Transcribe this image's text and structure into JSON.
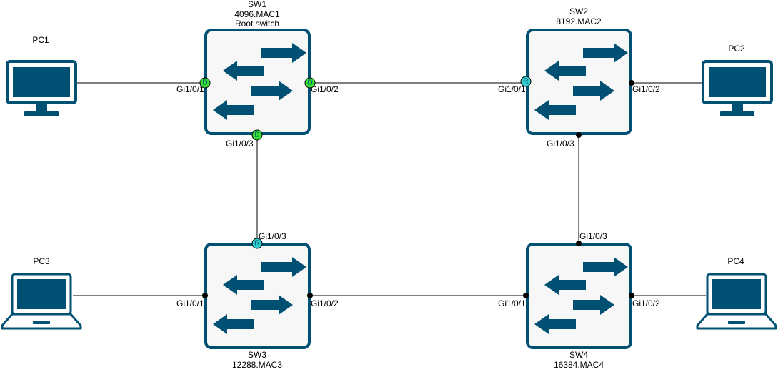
{
  "colors": {
    "device": "#005073",
    "switch_bg": "#f7f7f7",
    "designated": "#33dd33",
    "root_port": "#33cccc",
    "dot": "#000000"
  },
  "switches": [
    {
      "id": "sw1",
      "name": "SW1",
      "bid": "4096.MAC1",
      "note": "Root switch"
    },
    {
      "id": "sw2",
      "name": "SW2",
      "bid": "8192.MAC2"
    },
    {
      "id": "sw3",
      "name": "SW3",
      "bid": "12288.MAC3"
    },
    {
      "id": "sw4",
      "name": "SW4",
      "bid": "16384.MAC4"
    }
  ],
  "pcs": [
    {
      "id": "pc1",
      "name": "PC1",
      "icon": "desktop-icon"
    },
    {
      "id": "pc2",
      "name": "PC2",
      "icon": "desktop-icon"
    },
    {
      "id": "pc3",
      "name": "PC3",
      "icon": "laptop-icon"
    },
    {
      "id": "pc4",
      "name": "PC4",
      "icon": "laptop-icon"
    }
  ],
  "ports": {
    "sw1_p1": {
      "label": "Gi1/0/1",
      "role": "D"
    },
    "sw1_p2": {
      "label": "Gi1/0/2",
      "role": "D"
    },
    "sw1_p3": {
      "label": "Gi1/0/3",
      "role": "D"
    },
    "sw2_p1": {
      "label": "Gi1/0/1",
      "role": "R"
    },
    "sw2_p2": {
      "label": "Gi1/0/2",
      "role": ""
    },
    "sw2_p3": {
      "label": "Gi1/0/3",
      "role": ""
    },
    "sw3_p1": {
      "label": "Gi1/0/1",
      "role": ""
    },
    "sw3_p2": {
      "label": "Gi1/0/2",
      "role": ""
    },
    "sw3_p3": {
      "label": "Gi1/0/3",
      "role": "R"
    },
    "sw4_p1": {
      "label": "Gi1/0/1",
      "role": ""
    },
    "sw4_p2": {
      "label": "Gi1/0/2",
      "role": ""
    },
    "sw4_p3": {
      "label": "Gi1/0/3",
      "role": ""
    }
  }
}
